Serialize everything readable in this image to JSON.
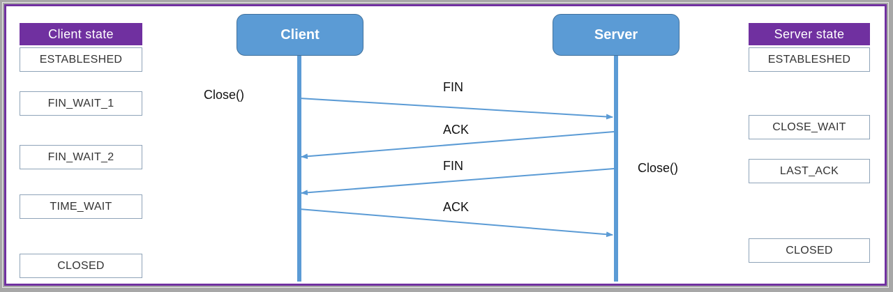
{
  "client_state": {
    "header": "Client state",
    "states": [
      "ESTABLESHED",
      "FIN_WAIT_1",
      "FIN_WAIT_2",
      "TIME_WAIT",
      "CLOSED"
    ]
  },
  "server_state": {
    "header": "Server state",
    "states": [
      "ESTABLESHED",
      "CLOSE_WAIT",
      "LAST_ACK",
      "CLOSED"
    ]
  },
  "actors": {
    "client": "Client",
    "server": "Server"
  },
  "calls": {
    "client_close": "Close()",
    "server_close": "Close()"
  },
  "messages": [
    "FIN",
    "ACK",
    "FIN",
    "ACK"
  ],
  "colors": {
    "frame": "#7030a0",
    "state_header": "#7030a0",
    "actor": "#5b9bd5",
    "arrow": "#5b9bd5"
  }
}
